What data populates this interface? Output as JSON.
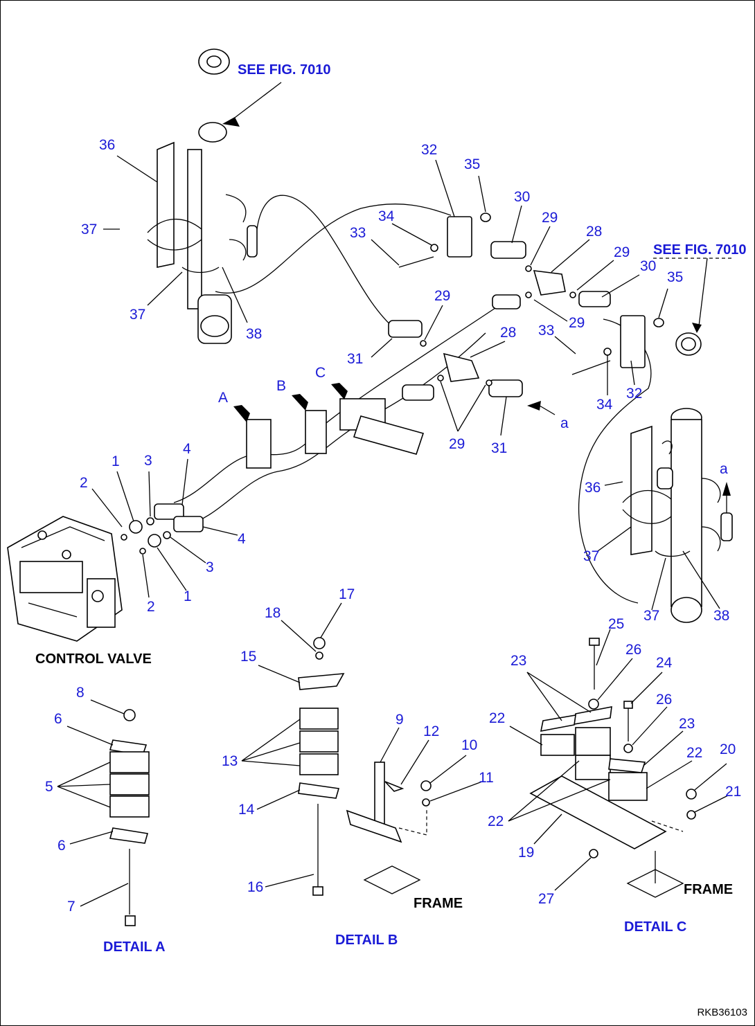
{
  "references": {
    "see_fig_top": "SEE FIG. 7010",
    "see_fig_right": "SEE FIG. 7010"
  },
  "view_labels": {
    "A": "A",
    "B": "B",
    "C": "C",
    "a_right": "a",
    "a_upper": "a"
  },
  "assembly_labels": {
    "control_valve": "CONTROL VALVE",
    "detail_a": "DETAIL A",
    "detail_b": "DETAIL B",
    "detail_c": "DETAIL C",
    "frame_b": "FRAME",
    "frame_c": "FRAME"
  },
  "part_numbers": {
    "p1a": "1",
    "p1b": "1",
    "p2a": "2",
    "p2b": "2",
    "p3a": "3",
    "p3b": "3",
    "p4a": "4",
    "p4b": "4",
    "p5": "5",
    "p6a": "6",
    "p6b": "6",
    "p7": "7",
    "p8": "8",
    "p9": "9",
    "p10": "10",
    "p11": "11",
    "p12": "12",
    "p13": "13",
    "p14": "14",
    "p15": "15",
    "p16": "16",
    "p17": "17",
    "p18": "18",
    "p19": "19",
    "p20": "20",
    "p21": "21",
    "p22a": "22",
    "p22b": "22",
    "p22c": "22",
    "p23a": "23",
    "p23b": "23",
    "p24": "24",
    "p25": "25",
    "p26a": "26",
    "p26b": "26",
    "p27": "27",
    "p28a": "28",
    "p28b": "28",
    "p29a": "29",
    "p29b": "29",
    "p29c": "29",
    "p29d": "29",
    "p29e": "29",
    "p30a": "30",
    "p30b": "30",
    "p31a": "31",
    "p31b": "31",
    "p32a": "32",
    "p32b": "32",
    "p33a": "33",
    "p33b": "33",
    "p34a": "34",
    "p34b": "34",
    "p35a": "35",
    "p35b": "35",
    "p36a": "36",
    "p36b": "36",
    "p37a": "37",
    "p37b": "37",
    "p37c": "37",
    "p37d": "37",
    "p38a": "38",
    "p38b": "38"
  },
  "drawing_code": "RKB36103"
}
